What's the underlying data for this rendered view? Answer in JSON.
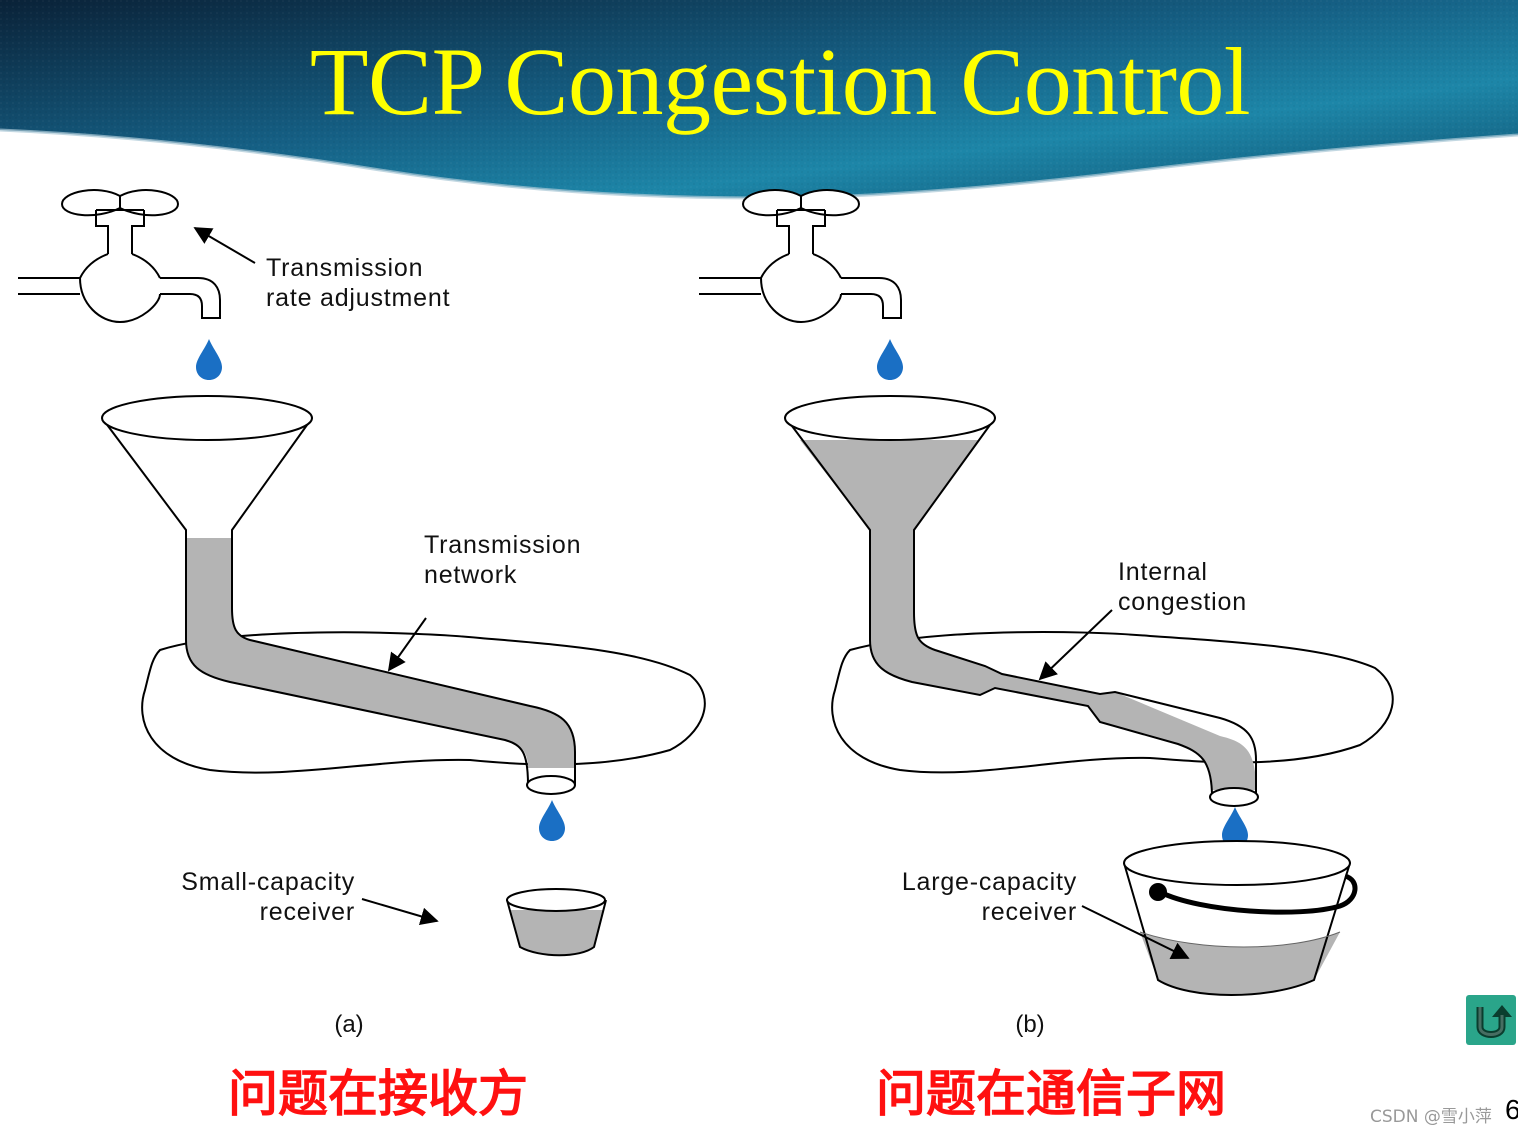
{
  "slide": {
    "title": "TCP Congestion Control",
    "page_number": "6",
    "watermark": "CSDN @雪小萍"
  },
  "panel_a": {
    "tap_label_line1": "Transmission",
    "tap_label_line2": "rate adjustment",
    "network_label_line1": "Transmission",
    "network_label_line2": "network",
    "receiver_label_line1": "Small-capacity",
    "receiver_label_line2": "receiver",
    "sublabel": "(a)",
    "caption": "问题在接收方"
  },
  "panel_b": {
    "congestion_label_line1": "Internal",
    "congestion_label_line2": "congestion",
    "receiver_label_line1": "Large-capacity",
    "receiver_label_line2": "receiver",
    "sublabel": "(b)",
    "caption": "问题在通信子网"
  },
  "icons": {
    "faucet": "faucet-icon",
    "water_drop": "water-drop-icon",
    "funnel": "funnel-icon",
    "cup": "cup-icon",
    "bucket": "bucket-icon",
    "back": "return-arrow-icon"
  },
  "colors": {
    "title": "#ffff00",
    "caption": "#ff1010",
    "water_drop": "#1a6fc4",
    "water_fill": "#b4b4b4",
    "header_dark": "#0d2f52",
    "header_teal": "#1c7fa2",
    "back_button": "#2aa58a"
  }
}
